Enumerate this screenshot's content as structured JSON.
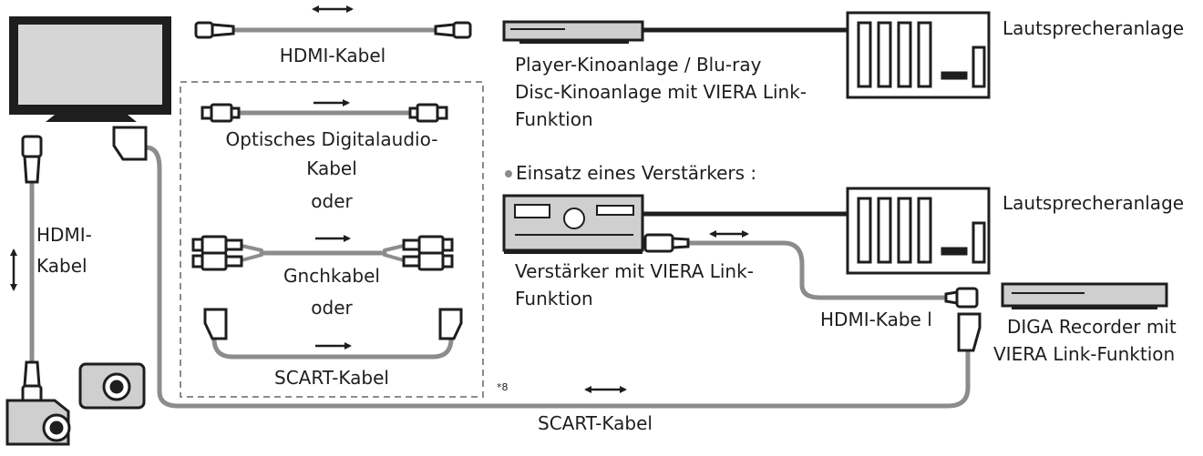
{
  "colors": {
    "cable": "#8c8c8c",
    "cable_dark": "#1e1e1e",
    "device_fill": "#cfcfcf",
    "connector_fill": "#ffffff",
    "text": "#1e1e1e"
  },
  "labels": {
    "hdmi_top": "HDMI-Kabel",
    "hdmi_left_line1": "HDMI-",
    "hdmi_left_line2": "Kabel",
    "optical_line1": "Optisches Digitalaudio-",
    "optical_line2": "Kabel",
    "oder_1": "oder",
    "cinch": "Gnchkabel",
    "oder_2": "oder",
    "scart_inner": "SCART-Kabel",
    "footnote_mark": "*8",
    "scart_bottom": "SCART-Kabel",
    "player_line1": "Player-Kinoanlage / Blu-ray",
    "player_line2": "Disc-Kinoanlage mit VIERA Link-",
    "player_line3": "Funktion",
    "amp_heading": "Einsatz eines Verstärkers :",
    "amp_line1": "Verstärker mit VIERA Link-",
    "amp_line2": "Funktion",
    "hdmi_right": "HDMI-Kabe l",
    "speaker_1": "Lautsprecheranlage",
    "speaker_2": "Lautsprecheranlage",
    "diga_line1": "DIGA Recorder mit",
    "diga_line2": "VIERA Link-Funktion"
  },
  "icons": {
    "tv": "tv-icon",
    "camcorder": "camcorder-icon",
    "camera": "camera-icon",
    "player": "blu-ray-player-icon",
    "amplifier": "amplifier-icon",
    "speakers": "speaker-system-icon",
    "recorder": "diga-recorder-icon",
    "hdmi_plug": "hdmi-plug-icon",
    "optical_plug": "optical-plug-icon",
    "rca_plug": "rca-plug-icon",
    "scart_plug": "scart-plug-icon",
    "arrow_both": "double-arrow-icon",
    "arrow_right": "arrow-right-icon"
  }
}
